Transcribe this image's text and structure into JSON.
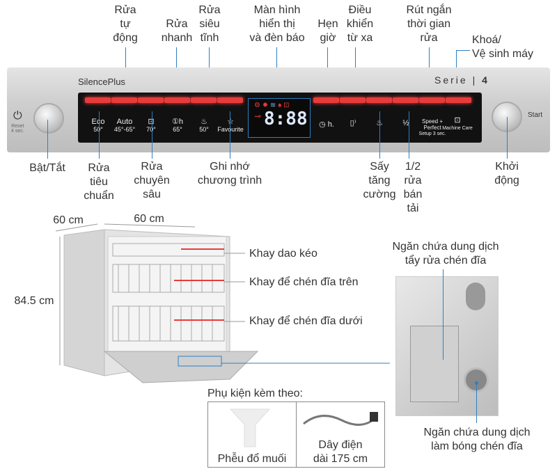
{
  "panel": {
    "brand": "SilencePlus",
    "series": "Serie",
    "series_num": "4",
    "reset": "Reset\n4 sec.",
    "start": "Start",
    "left_buttons": [
      {
        "icon": "Eco",
        "temp": "50°"
      },
      {
        "icon": "Auto",
        "temp": "45°-65°"
      },
      {
        "icon": "⊡",
        "temp": "70°"
      },
      {
        "icon": "①h",
        "temp": "65°"
      },
      {
        "icon": "♨",
        "temp": "50°"
      },
      {
        "icon": "☆",
        "temp": "Favourite"
      }
    ],
    "right_buttons": [
      {
        "icon": "◷ h.",
        "sub": ""
      },
      {
        "icon": "▯⁾",
        "sub": ""
      },
      {
        "icon": "♨",
        "sub": ""
      },
      {
        "icon": "½",
        "sub": ""
      },
      {
        "icon": "Speed + Perfect",
        "sub": "Setup 3 sec."
      },
      {
        "icon": "⊡",
        "sub": "Machine Care"
      }
    ],
    "display_digits": "8:88"
  },
  "top_labels": {
    "auto": "Rửa\ntự\nđộng",
    "quick": "Rửa\nnhanh",
    "silent": "Rửa\nsiêu\ntĩnh",
    "display": "Màn hình\nhiển thị\nvà đèn báo",
    "timer": "Hẹn\ngiờ",
    "remote": "Điều\nkhiển\ntừ xa",
    "speed": "Rút ngắn\nthời gian\nrửa",
    "lock": "Khoá/\nVệ sinh máy"
  },
  "bottom_labels": {
    "power": "Bật/Tắt",
    "eco": "Rửa\ntiêu\nchuẩn",
    "intensive": "Rửa\nchuyên\nsâu",
    "favourite": "Ghi nhớ\nchương trình",
    "dry": "Sấy\ntăng\ncường",
    "half": "1/2\nrửa\nbán\ntải",
    "start": "Khởi\nđộng"
  },
  "dimensions": {
    "depth": "60 cm",
    "width": "60 cm",
    "height": "84.5 cm"
  },
  "parts": {
    "cutlery": "Khay dao kéo",
    "upper": "Khay để chén đĩa trên",
    "lower": "Khay để chén đĩa dưới",
    "detergent": "Ngăn chứa dung dịch\ntẩy rửa chén đĩa",
    "rinse": "Ngăn chứa dung dịch\nlàm bóng chén đĩa"
  },
  "accessories": {
    "title": "Phụ kiện kèm theo:",
    "items": [
      "Phễu đổ muối",
      "Dây điện\ndài 175 cm"
    ]
  },
  "colors": {
    "accent": "#2f7fc1",
    "led": "#e83b3b"
  }
}
